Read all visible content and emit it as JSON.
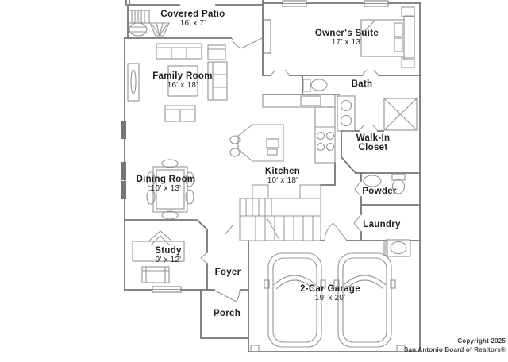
{
  "plan": {
    "rooms": [
      {
        "id": "covered-patio",
        "name": "Covered Patio",
        "dims": "16' x 7'"
      },
      {
        "id": "owners-suite",
        "name": "Owner's Suite",
        "dims": "17' x 13'"
      },
      {
        "id": "family-room",
        "name": "Family Room",
        "dims": "16' x 18'"
      },
      {
        "id": "bath",
        "name": "Bath",
        "dims": ""
      },
      {
        "id": "walk-in-closet",
        "name": "Walk-In Closet",
        "dims": ""
      },
      {
        "id": "kitchen",
        "name": "Kitchen",
        "dims": "10' x 18'"
      },
      {
        "id": "dining-room",
        "name": "Dining Room",
        "dims": "10' x 13'"
      },
      {
        "id": "powder",
        "name": "Powder",
        "dims": ""
      },
      {
        "id": "laundry",
        "name": "Laundry",
        "dims": ""
      },
      {
        "id": "study",
        "name": "Study",
        "dims": "9' x 12'"
      },
      {
        "id": "foyer",
        "name": "Foyer",
        "dims": ""
      },
      {
        "id": "porch",
        "name": "Porch",
        "dims": ""
      },
      {
        "id": "garage",
        "name": "2-Car Garage",
        "dims": "19' x 20'"
      }
    ],
    "copyright": {
      "line1": "Copyright 2025",
      "line2": "San Antonio Board of Realtors®"
    },
    "colors": {
      "wall": "#767676",
      "furniture": "#949494",
      "label": "#1f1f1f",
      "background": "#ffffff",
      "copyright": "#3d3d3d"
    }
  }
}
